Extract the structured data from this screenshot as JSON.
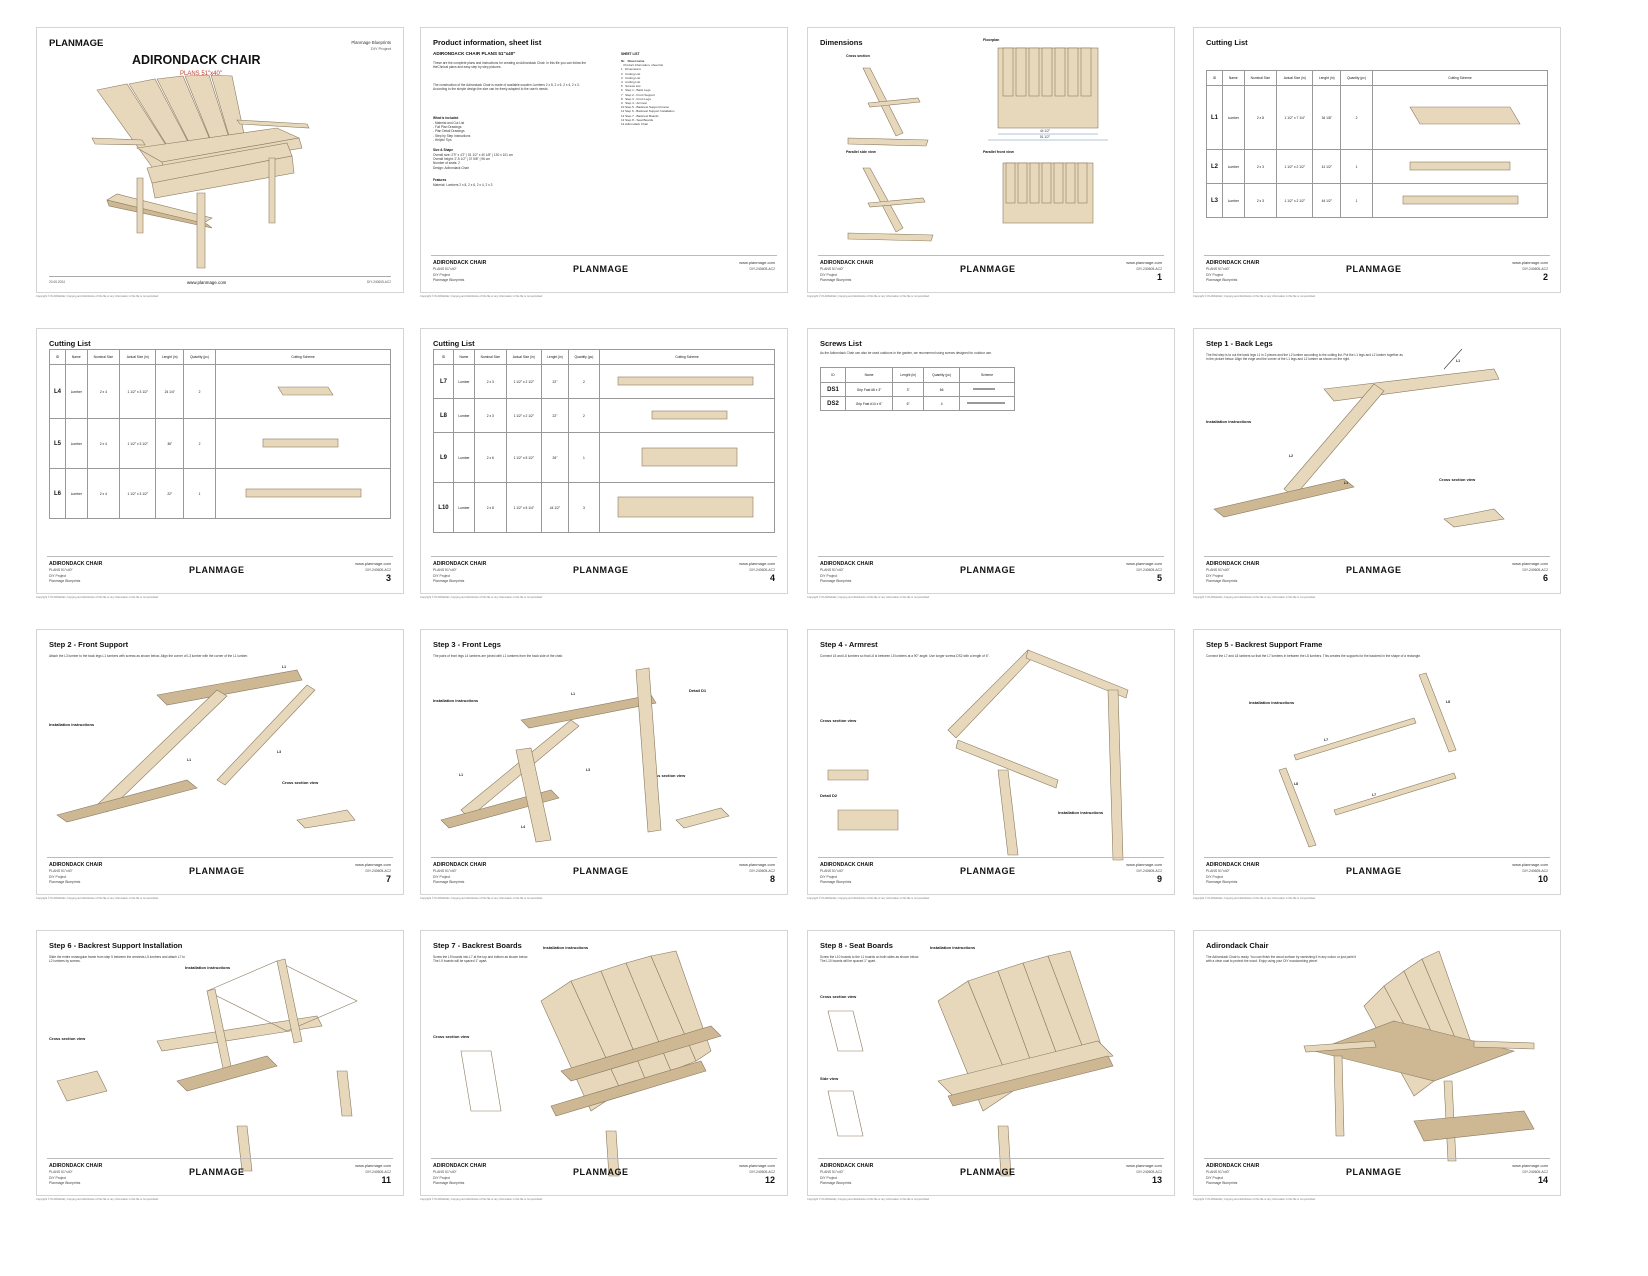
{
  "colors": {
    "wood": "#e8d8bb",
    "woodDark": "#cdb893",
    "woodEdge": "#8a7a60",
    "shadow": "#c7b08b",
    "accent": "#c0392b"
  },
  "cover": {
    "logo": "PLANMAGE",
    "brand": "Planmage Blueprints",
    "brand2": "DIY Project",
    "title": "ADIRONDACK CHAIR",
    "subtitle": "PLANS 51\"x40\"",
    "date": "20.06.2024",
    "url": "www.planmage.com",
    "code": "DIY-240605-AC2"
  },
  "footer": {
    "name": "ADIRONDACK CHAIR",
    "plans": "PLANS 51\"x40\"",
    "project": "DIY Project",
    "blueprints": "Planmage Blueprints",
    "logo": "PLANMAGE",
    "url": "www.planmage.com",
    "code": "DIY-240605-AC2",
    "copyright": "Copyright © PLANMAGE | Copying and distribution of this file or any information in this file is not permitted."
  },
  "sheets": [
    {
      "num": "",
      "title": ""
    },
    {
      "num": "",
      "title": "Product information, sheet list"
    },
    {
      "num": "1",
      "title": "Dimensions"
    },
    {
      "num": "2",
      "title": "Cutting List"
    },
    {
      "num": "3",
      "title": "Cutting List"
    },
    {
      "num": "4",
      "title": "Cutting List"
    },
    {
      "num": "5",
      "title": "Screws List"
    },
    {
      "num": "6",
      "title": "Step 1 - Back Legs"
    },
    {
      "num": "7",
      "title": "Step 2 - Front Support"
    },
    {
      "num": "8",
      "title": "Step 3 - Front Legs"
    },
    {
      "num": "9",
      "title": "Step 4 - Armrest"
    },
    {
      "num": "10",
      "title": "Step 5 - Backrest Support Frame"
    },
    {
      "num": "11",
      "title": "Step 6 - Backrest Support Installation"
    },
    {
      "num": "12",
      "title": "Step 7 - Backrest Boards"
    },
    {
      "num": "13",
      "title": "Step 8 - Seat Boards"
    },
    {
      "num": "14",
      "title": "Adirondack Chair"
    }
  ],
  "info": {
    "heading": "ADIRONDACK CHAIR PLANS 51\"x40\"",
    "p1": "These are the complete plans and instructions for creating an Adirondack Chair. In this file you can follow the theChnical plans and easy step by step pictures.",
    "p2": "The construction of the Adirondack Chair is made of available wooden Lumbers 2 x 8, 2 x 6, 2 x 4, 2 x 3. According to the simple design the size can be freely adapted to the user's needs.",
    "included_h": "What is included",
    "included": [
      "- Material and Cut List",
      "- Full Plan Drawings",
      "- Plan Detail Drawings",
      "- Step by Step Instructions",
      "- Helpful Tips"
    ],
    "size_h": "Size & Shape",
    "size": [
      "Overall size: 2'9\" x 4'2\" | 51 1/2\" x 40 1/8\" | 130 x 101 cm",
      "Overall height: 2'-5 1/2\" | 37 5/8\" | 96 cm",
      "Number of seats: 2",
      "Design: Adirondack Chair"
    ],
    "features_h": "Features",
    "features": "Material: Lumbers 2 x 8, 2 x 6, 2 x 4, 2 x 3",
    "sheetlist_h": "SHEET LIST",
    "sheetlist_cols": [
      "Nr.",
      "Sheet name"
    ],
    "sheetlist": [
      "Product information, sheet list",
      "Dimensions",
      "Cutting List",
      "Cutting List",
      "Cutting List",
      "Screws List",
      "Step 1 - Back Legs",
      "Step 2 - Front Support",
      "Step 3 - Front Legs",
      "Step 4 - Armrest",
      "Step 5 - Backrest Support Frame",
      "Step 6 - Backrest Support Installation",
      "Step 7 - Backrest Boards",
      "Step 8 - Seat Boards",
      "Adirondack Chair"
    ]
  },
  "dimensions": {
    "cross": "Cross section",
    "floor": "Floorplan",
    "side": "Parallel side view",
    "front": "Parallel front view",
    "w1": "44 1/2\"",
    "w2": "51 1/2\""
  },
  "cutting": {
    "headers": [
      "ID",
      "Name",
      "Nominal Size",
      "Actual Size (in)",
      "Lenght (in)",
      "Quantity (pc)",
      "Cutting Scheme"
    ],
    "rows_a": [
      {
        "id": "L1",
        "name": "Lumber",
        "nom": "2 x 8",
        "act": "1 1/2\" x 7 1/4\"",
        "len": "34 1/8\"",
        "qty": "2"
      },
      {
        "id": "L2",
        "name": "Lumber",
        "nom": "2 x 3",
        "act": "1 1/2\" x 2 1/2\"",
        "len": "41 1/2\"",
        "qty": "1"
      },
      {
        "id": "L3",
        "name": "Lumber",
        "nom": "2 x 3",
        "act": "1 1/2\" x 2 1/2\"",
        "len": "44 1/2\"",
        "qty": "1"
      }
    ],
    "rows_b": [
      {
        "id": "L4",
        "name": "Lumber",
        "nom": "2 x 4",
        "act": "1 1/2\" x 3 1/2\"",
        "len": "24 1/4\"",
        "qty": "2"
      },
      {
        "id": "L5",
        "name": "Lumber",
        "nom": "2 x 4",
        "act": "1 1/2\" x 3 1/2\"",
        "len": "36\"",
        "qty": "2"
      },
      {
        "id": "L6",
        "name": "Lumber",
        "nom": "2 x 4",
        "act": "1 1/2\" x 3 1/2\"",
        "len": "22\"",
        "qty": "1"
      }
    ],
    "rows_c": [
      {
        "id": "L7",
        "name": "Lumber",
        "nom": "2 x 3",
        "act": "1 1/2\" x 2 1/2\"",
        "len": "22\"",
        "qty": "2"
      },
      {
        "id": "L8",
        "name": "Lumber",
        "nom": "2 x 3",
        "act": "1 1/2\" x 2 1/2\"",
        "len": "22\"",
        "qty": "2"
      },
      {
        "id": "L9",
        "name": "Lumber",
        "nom": "2 x 6",
        "act": "1 1/2\" x 5 1/2\"",
        "len": "26\"",
        "qty": "1"
      },
      {
        "id": "L10",
        "name": "Lumber",
        "nom": "2 x 8",
        "act": "1 1/2\" x 5 1/4\"",
        "len": "44 1/2\"",
        "qty": "3"
      }
    ]
  },
  "screws": {
    "intro": "As the Adirondack Chair can also be used outdoors in the garden, we recommend using screws designed for outdoor use.",
    "headers": [
      "ID",
      "Name",
      "Lenght (in)",
      "Quantity (pc)",
      "Scheme"
    ],
    "rows": [
      {
        "id": "DS1",
        "name": "Grip Fast #8 x 3\"",
        "len": "3\"",
        "qty": "66"
      },
      {
        "id": "DS2",
        "name": "Grip Fast #14 x 6\"",
        "len": "6\"",
        "qty": "4"
      }
    ]
  },
  "labels": {
    "install": "Installation instructions",
    "crosssec": "Cross section view",
    "sideview": "Side view",
    "detail_d1": "Detail D1",
    "detail_d2": "Detail D2",
    "L1": "L1",
    "L2": "L2",
    "L3": "L3",
    "L4": "L4",
    "L5": "L5",
    "L6": "L6",
    "L7": "L7",
    "L8": "L8"
  },
  "step_text": {
    "s1": "The first step is to cut the back legs L1 in 2 pieces and the L2 lumber according to the cutting list. Put the L1 legs and L2 lumber together as in the picture below. Align the edge and the corner of the L1 legs and L2 lumber as shown on the right.",
    "s2": "Attach the L3 lumber to the back legs L1 lumbers with screws as shown below. Align the corner of L3 lumber with the corner of the L1 lumber.",
    "s3": "The pairs of front legs L4 lumbers are joined with L1 lumbers from the back side of the chair.",
    "s4": "Connect L5 and L6 lumbers so that L6 is between L5 lumbers at a 90° angle. Use longer screws DS2 with a length of 6\".",
    "s5": "Connect the L7 and L8 lumbers so that the L7 lumbers in between the L8 lumbers. This creates the supports for the backrest in the shape of a rectangle.",
    "s6": "Slide the entire rectangular frame from step 5 between the armrests L5 lumbers and attach L7 to L2 lumbers by screws.",
    "s7": "Screw the L9 boards into L7 at the top and bottom as shown below. The L9 boards will be spaced 1\" apart.",
    "s8": "Screw the L10 boards to the L1 boards on both sides as shown below. The L10 boards will be spaced 1\" apart.",
    "s14": "The Adirondack Chair is ready. You can finish the wood surface by varnishing it in any colour or just paint it with a clear coat to protect the wood. Enjoy using your DIY woodworking piece!"
  }
}
